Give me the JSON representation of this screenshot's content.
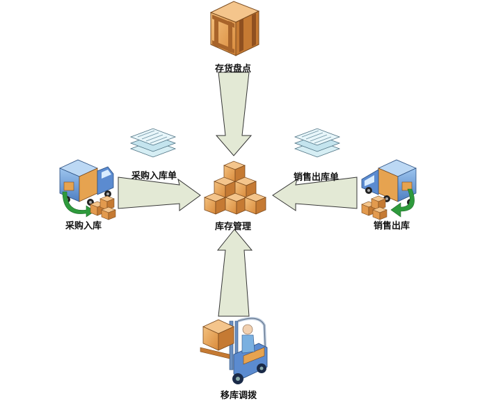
{
  "diagram": {
    "nodes": {
      "inventory_count": {
        "label": "存货盘点",
        "icon": "wooden-crate-icon"
      },
      "inventory_management": {
        "label": "库存管理",
        "icon": "box-stack-icon"
      },
      "purchase_in": {
        "label": "采购入库",
        "icon": "delivery-truck-icon"
      },
      "purchase_doc": {
        "label": "采购入库单",
        "icon": "document-stack-icon"
      },
      "sales_out": {
        "label": "销售出库",
        "icon": "delivery-truck-icon"
      },
      "sales_doc": {
        "label": "销售出库单",
        "icon": "document-stack-icon"
      },
      "transfer": {
        "label": "移库调拨",
        "icon": "forklift-icon"
      }
    },
    "edges": [
      {
        "from": "inventory_count",
        "to": "inventory_management"
      },
      {
        "from": "purchase_in",
        "to": "inventory_management"
      },
      {
        "from": "sales_out",
        "to": "inventory_management"
      },
      {
        "from": "transfer",
        "to": "inventory_management"
      }
    ],
    "colors": {
      "arrow_fill": "#e3e9d5",
      "arrow_stroke": "#333333",
      "box_orange": "#e8a45a",
      "box_dark": "#b8712e",
      "truck_blue": "#5f8fd0",
      "green_arrow": "#2e9a3c",
      "paper_blue": "#bfe3ec"
    }
  }
}
